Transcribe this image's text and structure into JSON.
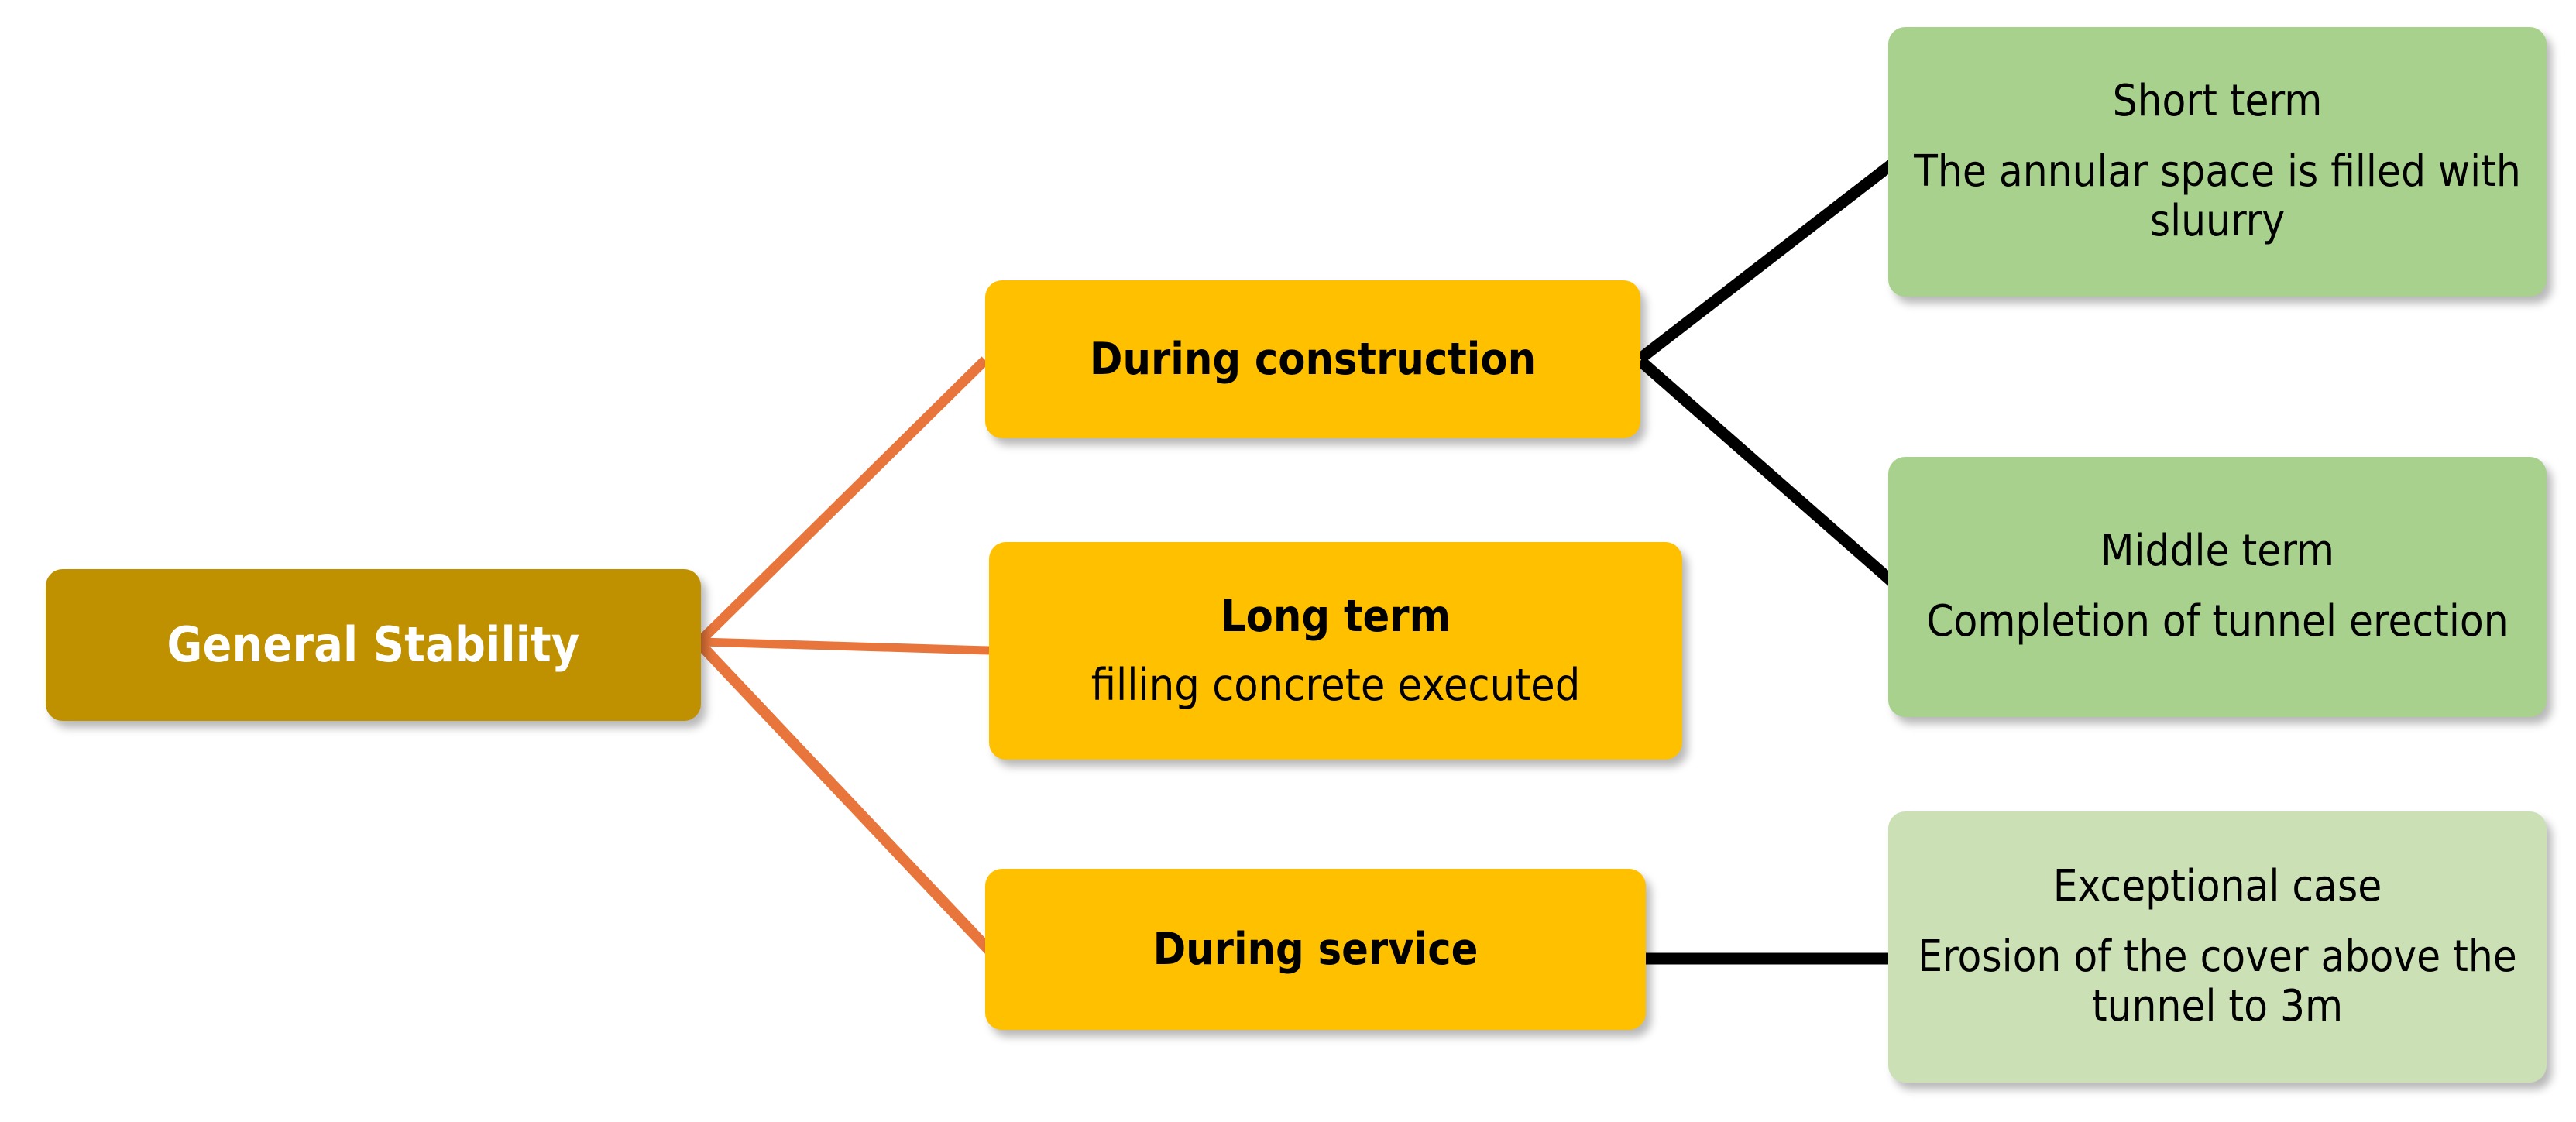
{
  "diagram": {
    "type": "mind-map-tree",
    "orientation": "left-to-right",
    "background": "#FFFFFF",
    "colors": {
      "root_fill": "#BF9000",
      "root_text": "#FFFFFF",
      "branch_fill": "#FFC000",
      "branch_text": "#000000",
      "leaf_fill": "#A9D18E",
      "leaf_fill_light": "#CBE0B4",
      "leaf_text": "#000000",
      "connector_level1": "#E8763C",
      "connector_level2": "#000000"
    },
    "root": {
      "label": "General Stability"
    },
    "branches": [
      {
        "id": "during-construction",
        "title": "During construction",
        "body": ""
      },
      {
        "id": "long-term",
        "title": "Long term",
        "body": "filling concrete executed"
      },
      {
        "id": "during-service",
        "title": "During service",
        "body": ""
      }
    ],
    "leaves": [
      {
        "id": "short-term",
        "title": "Short term",
        "body": "The annular space is filled with sluurry",
        "parent": "during-construction"
      },
      {
        "id": "middle-term",
        "title": "Middle term",
        "body": "Completion of tunnel erection",
        "parent": "during-construction"
      },
      {
        "id": "exceptional-case",
        "title": "Exceptional case",
        "body": "Erosion of the cover above the tunnel to 3m",
        "parent": "during-service"
      }
    ],
    "edges": [
      {
        "from": "General Stability",
        "to": "During construction",
        "color": "#E8763C"
      },
      {
        "from": "General Stability",
        "to": "Long term",
        "color": "#E8763C"
      },
      {
        "from": "General Stability",
        "to": "During service",
        "color": "#E8763C"
      },
      {
        "from": "During construction",
        "to": "Short term",
        "color": "#000000"
      },
      {
        "from": "During construction",
        "to": "Middle term",
        "color": "#000000"
      },
      {
        "from": "During service",
        "to": "Exceptional case",
        "color": "#000000"
      }
    ]
  }
}
